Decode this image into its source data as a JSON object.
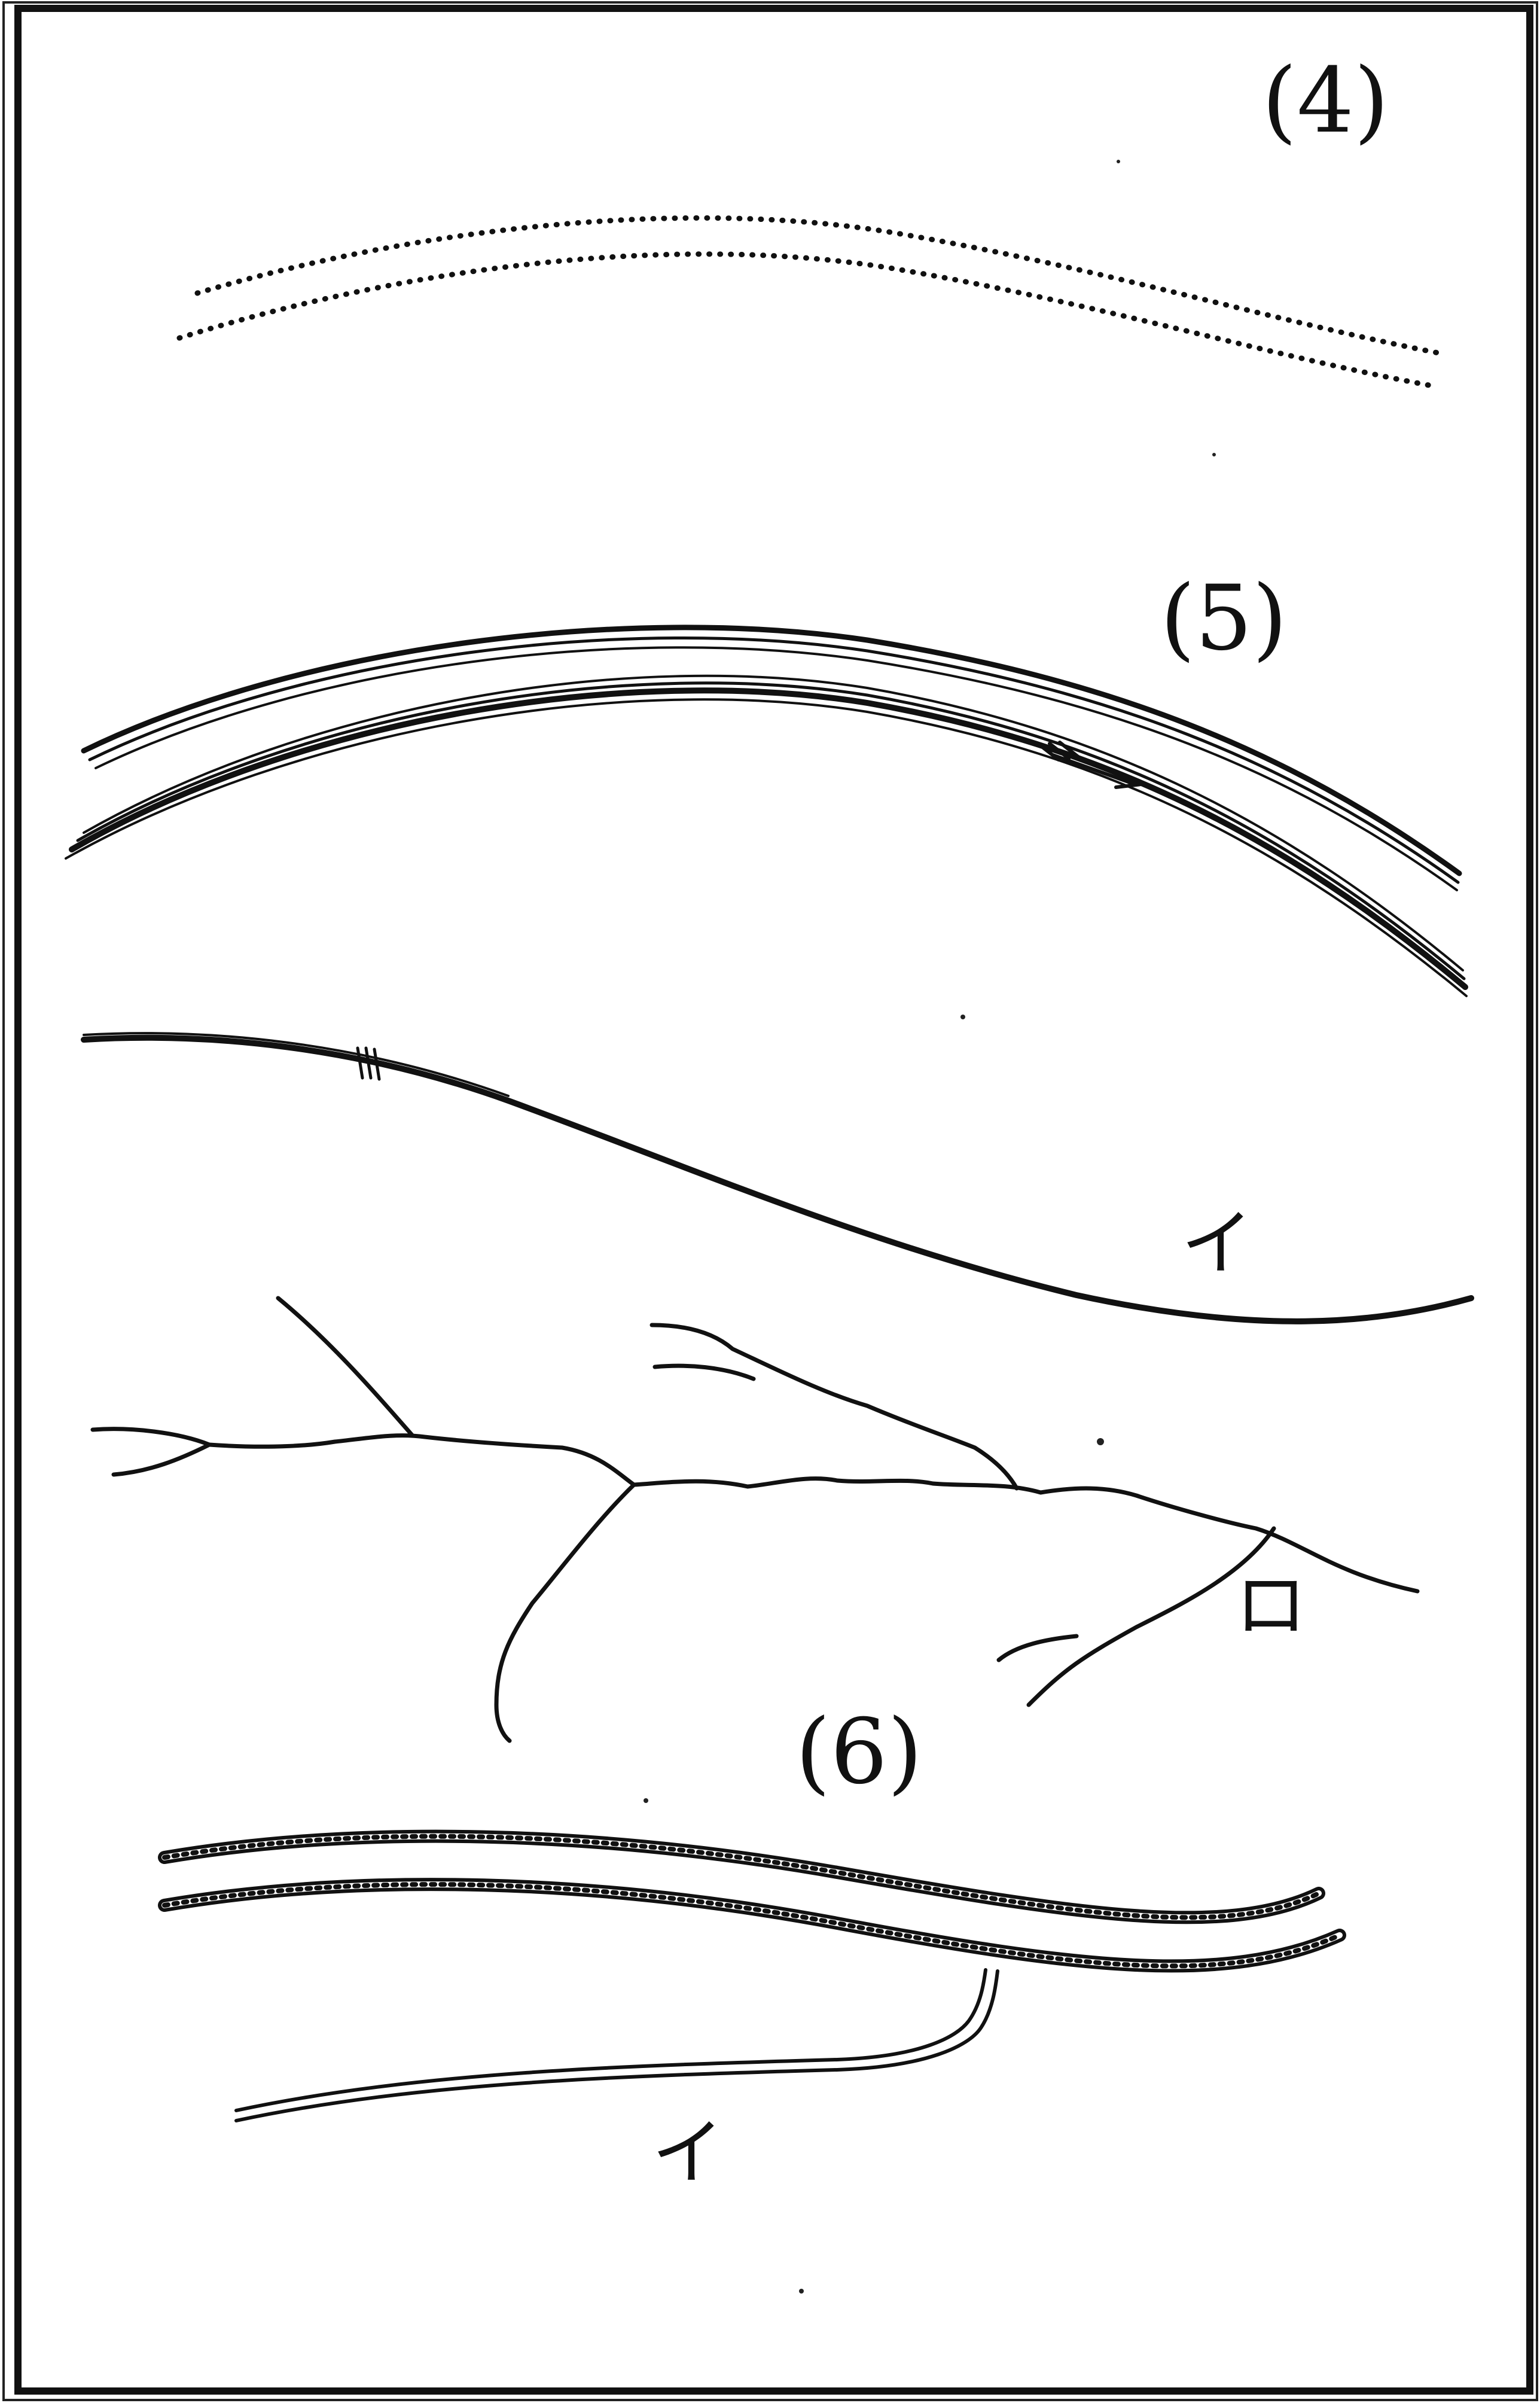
{
  "figures": [
    {
      "id": "4",
      "label": "(4)",
      "line_style": "dotted-double"
    },
    {
      "id": "5",
      "label": "(5)",
      "line_style": "solid-multi-hatched",
      "direction_arrow": "flow-arrow-icon"
    },
    {
      "id": "6",
      "label": "(6)",
      "line_style": "double-beaded"
    }
  ],
  "annotations": {
    "fig5_i": "イ",
    "fig5_ro": "ロ",
    "fig6_i": "イ"
  },
  "colors": {
    "ink": "#111111",
    "paper": "#ffffff"
  }
}
